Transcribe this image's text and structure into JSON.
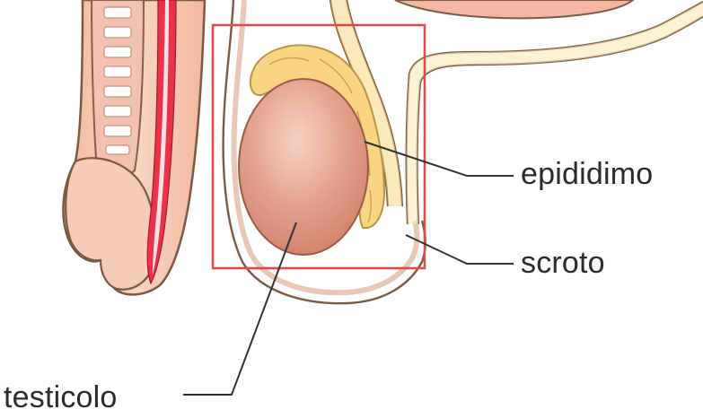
{
  "labels": {
    "epididymis": "epididimo",
    "scrotum": "scroto",
    "testicle": "testicolo"
  },
  "colors": {
    "skin": "#f5c9b4",
    "skin_light": "#fbe3d6",
    "outline": "#6e4f3a",
    "urethra": "#e8334a",
    "urethra_inner": "#ffffff",
    "epididymis": "#f7d583",
    "testicle": "#d98e78",
    "highlight_box": "#d94d4f",
    "leader_line": "#333333"
  },
  "highlight": {
    "present": true
  }
}
